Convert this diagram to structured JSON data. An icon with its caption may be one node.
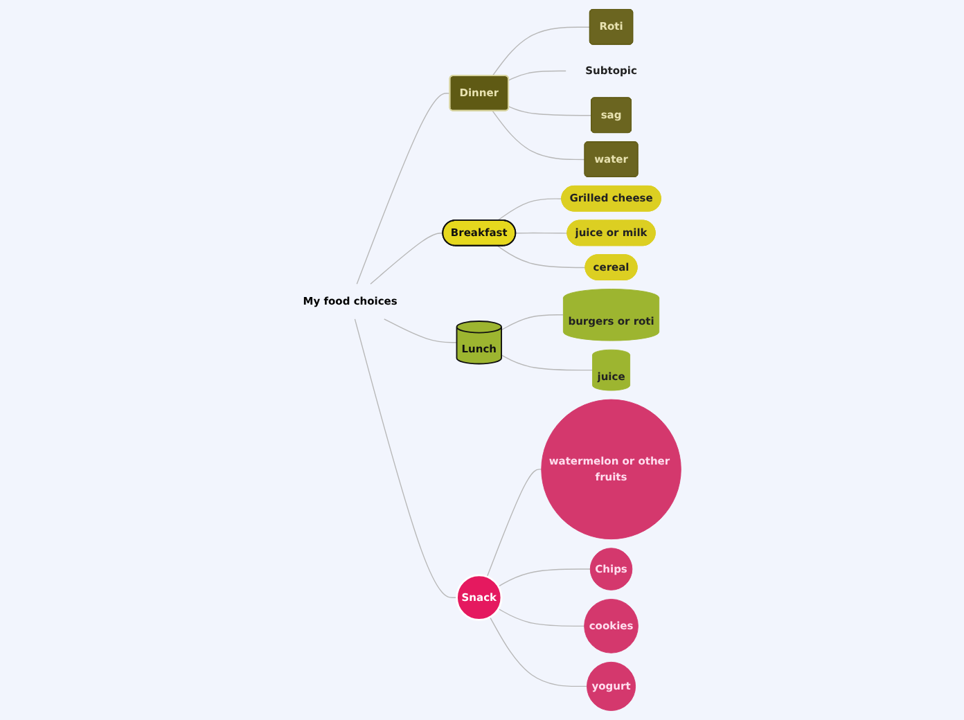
{
  "diagram": {
    "nodes": [
      {
        "text": [
          "My food choices"
        ]
      },
      {
        "text": [
          "Dinner"
        ]
      },
      {
        "text": [
          "Roti"
        ]
      },
      {
        "text": [
          "Subtopic"
        ]
      },
      {
        "text": [
          "sag"
        ]
      },
      {
        "text": [
          "water"
        ]
      },
      {
        "text": [
          "Breakfast"
        ]
      },
      {
        "text": [
          "Grilled cheese"
        ]
      },
      {
        "text": [
          "juice or milk"
        ]
      },
      {
        "text": [
          "cereal"
        ]
      },
      {
        "text": [
          "Lunch"
        ]
      },
      {
        "text": [
          "burgers or roti"
        ]
      },
      {
        "text": [
          "juice"
        ]
      },
      {
        "text": [
          "Snack"
        ]
      },
      {
        "text": [
          "watermelon or other fruits"
        ]
      },
      {
        "text": [
          "Chips"
        ]
      },
      {
        "text": [
          "cookies"
        ]
      },
      {
        "text": [
          "yogurt"
        ]
      }
    ],
    "edges": [
      {
        "from": 0,
        "to": 1,
        "arrow": "none"
      },
      {
        "from": 1,
        "to": 2,
        "arrow": "none"
      },
      {
        "from": 1,
        "to": 3,
        "arrow": "none"
      },
      {
        "from": 1,
        "to": 4,
        "arrow": "none"
      },
      {
        "from": 1,
        "to": 5,
        "arrow": "none"
      },
      {
        "from": 0,
        "to": 6,
        "arrow": "none"
      },
      {
        "from": 6,
        "to": 7,
        "arrow": "none"
      },
      {
        "from": 6,
        "to": 8,
        "arrow": "none"
      },
      {
        "from": 6,
        "to": 9,
        "arrow": "none"
      },
      {
        "from": 0,
        "to": 10,
        "arrow": "none"
      },
      {
        "from": 10,
        "to": 11,
        "arrow": "none"
      },
      {
        "from": 10,
        "to": 12,
        "arrow": "none"
      },
      {
        "from": 0,
        "to": 13,
        "arrow": "none"
      },
      {
        "from": 13,
        "to": 14,
        "arrow": "none"
      },
      {
        "from": 13,
        "to": 15,
        "arrow": "none"
      },
      {
        "from": 13,
        "to": 16,
        "arrow": "none"
      },
      {
        "from": 13,
        "to": 17,
        "arrow": "none"
      }
    ]
  }
}
